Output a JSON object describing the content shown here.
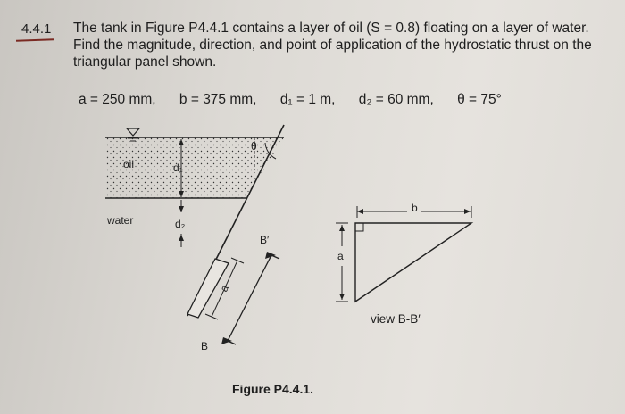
{
  "problem": {
    "number": "4.4.1",
    "statement": "The tank in Figure P4.4.1 contains a layer of oil (S = 0.8) floating on a layer of water. Find the magnitude, direction, and point of application of the hydrostatic thrust on the triangular panel shown."
  },
  "parameters": {
    "a": "a = 250 mm,",
    "b": "b = 375 mm,",
    "d1": "d₁ = 1 m,",
    "d2": "d₂ = 60 mm,",
    "theta": "θ = 75°"
  },
  "figure": {
    "caption": "Figure P4.4.1.",
    "labels": {
      "oil": "oil",
      "water": "water",
      "d1": "d₁",
      "d2": "d₂",
      "b_prime": "B′",
      "a_inclined": "a",
      "b_cut": "B",
      "theta": "θ",
      "b_width": "b",
      "a_height": "a",
      "view": "view B-B′"
    }
  }
}
